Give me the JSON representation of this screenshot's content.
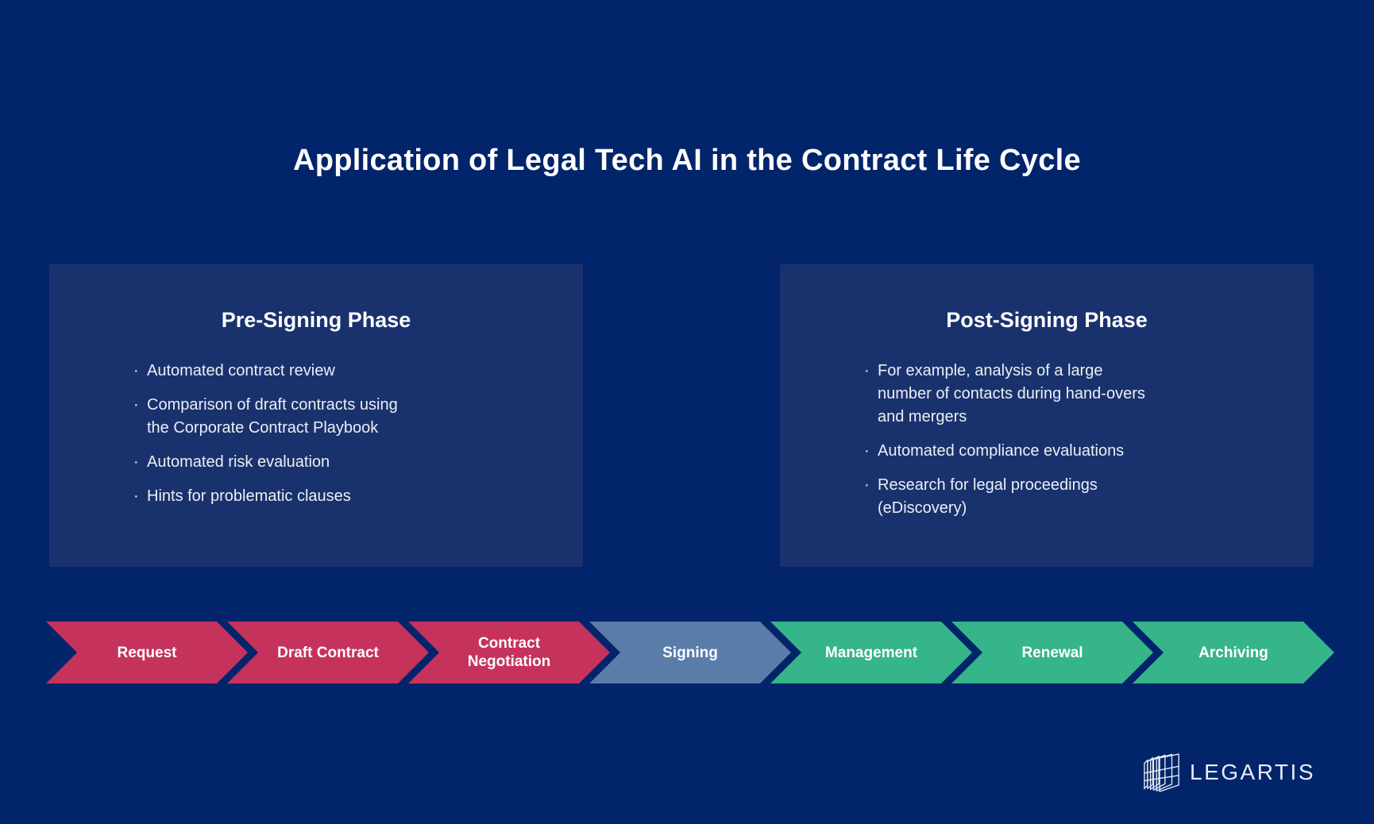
{
  "title": "Application of Legal Tech AI in the Contract Life Cycle",
  "panels": [
    {
      "heading": "Pre-Signing Phase",
      "bullets": [
        "Automated contract review",
        "Comparison of draft contracts using the Corporate Contract Playbook",
        "Automated risk evaluation",
        "Hints for problematic clauses"
      ]
    },
    {
      "heading": "Post-Signing Phase",
      "bullets": [
        "For example, analysis of a large number of contacts during hand-overs and mergers",
        "Automated compliance evaluations",
        "Research for legal proceedings (eDiscovery)"
      ]
    }
  ],
  "flow": {
    "steps": [
      {
        "label": "Request",
        "phase": "pre-signing"
      },
      {
        "label": "Draft Contract",
        "phase": "pre-signing"
      },
      {
        "label": "Contract Negotiation",
        "phase": "pre-signing"
      },
      {
        "label": "Signing",
        "phase": "signing"
      },
      {
        "label": "Management",
        "phase": "post-signing"
      },
      {
        "label": "Renewal",
        "phase": "post-signing"
      },
      {
        "label": "Archiving",
        "phase": "post-signing"
      }
    ]
  },
  "logo": {
    "text": "LEGARTIS",
    "icon": "stacked-pages-icon"
  },
  "colors": {
    "background": "#02246B",
    "panel": "#19326E",
    "pre_phase": "#C5335C",
    "signing": "#5A7CA8",
    "post_phase": "#36B48A",
    "text": "#FFFFFF",
    "bullet_text": "#EDEFF2",
    "logo_text": "#E8ECF4"
  }
}
